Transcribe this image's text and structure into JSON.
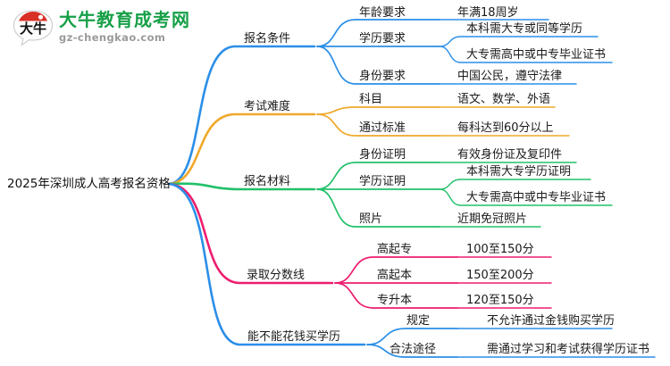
{
  "logo": {
    "mark_text": "大牛",
    "title": "大牛教育成考网",
    "subtitle": "gz-chengkao.com",
    "brand_green": "#17a048",
    "brand_red": "#d93025"
  },
  "mindmap": {
    "root": {
      "label": "2025年深圳成人高考报名资格"
    },
    "colors": {
      "blue": "#2b8fe8",
      "orange": "#f0a82a",
      "green": "#22c06a",
      "pink": "#ee1d6e"
    },
    "branches": [
      {
        "label": "报名条件",
        "color_key": "blue",
        "children": [
          {
            "label": "年龄要求",
            "leaves": [
              {
                "label": "年满18周岁"
              }
            ]
          },
          {
            "label": "学历要求",
            "leaves": [
              {
                "label": "本科需大专或同等学历"
              },
              {
                "label": "大专需高中或中专毕业证书"
              }
            ]
          },
          {
            "label": "身份要求",
            "leaves": [
              {
                "label": "中国公民，遵守法律"
              }
            ]
          }
        ]
      },
      {
        "label": "考试难度",
        "color_key": "orange",
        "children": [
          {
            "label": "科目",
            "leaves": [
              {
                "label": "语文、数学、外语"
              }
            ]
          },
          {
            "label": "通过标准",
            "leaves": [
              {
                "label": "每科达到60分以上"
              }
            ]
          }
        ]
      },
      {
        "label": "报名材料",
        "color_key": "green",
        "children": [
          {
            "label": "身份证明",
            "leaves": [
              {
                "label": "有效身份证及复印件"
              }
            ]
          },
          {
            "label": "学历证明",
            "leaves": [
              {
                "label": "本科需大专学历证明"
              },
              {
                "label": "大专需高中或中专毕业证书"
              }
            ]
          },
          {
            "label": "照片",
            "leaves": [
              {
                "label": "近期免冠照片"
              }
            ]
          }
        ]
      },
      {
        "label": "录取分数线",
        "color_key": "pink",
        "children": [
          {
            "label": "高起专",
            "leaves": [
              {
                "label": "100至150分"
              }
            ]
          },
          {
            "label": "高起本",
            "leaves": [
              {
                "label": "150至200分"
              }
            ]
          },
          {
            "label": "专升本",
            "leaves": [
              {
                "label": "120至150分"
              }
            ]
          }
        ]
      },
      {
        "label": "能不能花钱买学历",
        "color_key": "blue",
        "children": [
          {
            "label": "规定",
            "leaves": [
              {
                "label": "不允许通过金钱购买学历"
              }
            ]
          },
          {
            "label": "合法途径",
            "leaves": [
              {
                "label": "需通过学习和考试获得学历证书"
              }
            ]
          }
        ]
      }
    ]
  }
}
